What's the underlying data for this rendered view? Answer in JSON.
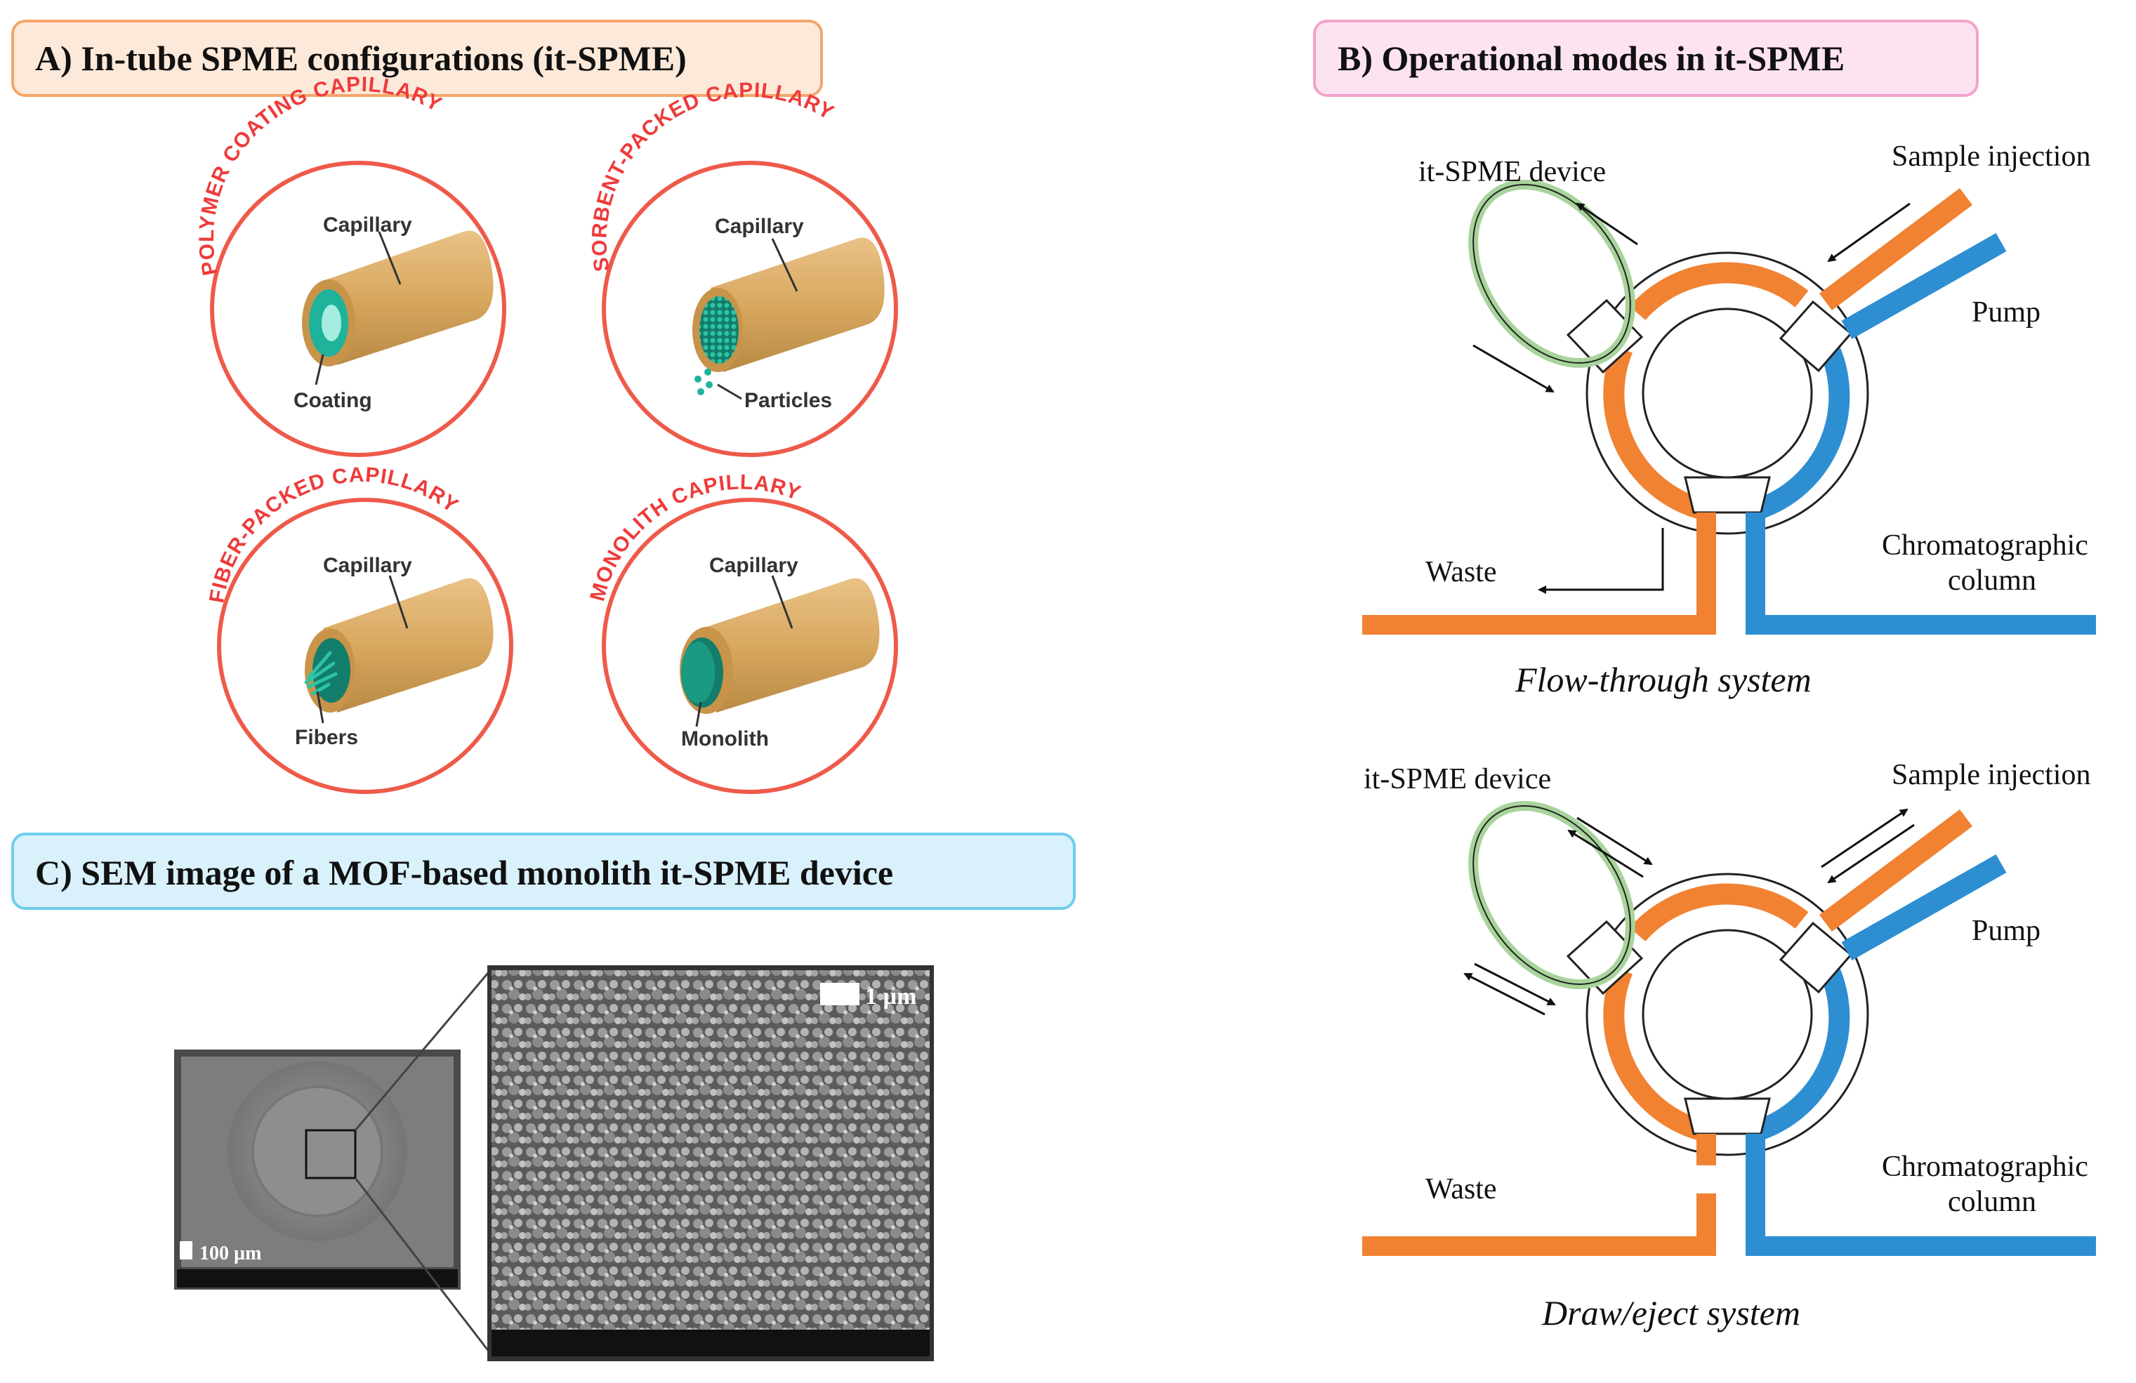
{
  "colors": {
    "orange": "#f08232",
    "blue": "#2e8ed2",
    "green_loop": "#a8d49c",
    "tube": "#d8a860",
    "teal": "#1fb39b",
    "circle_red": "#ee5a4a",
    "curved_label": "#ee3b3b",
    "panel_a_bg": "#fde9d9",
    "panel_a_border": "#f4a66a",
    "panel_b_bg": "#fde3f1",
    "panel_b_border": "#f2a3cc",
    "panel_c_bg": "#d9f1fb",
    "panel_c_border": "#6ecdee"
  },
  "panel_a": {
    "title": "A) In-tube SPME configurations (it-SPME)",
    "configs": [
      {
        "curved_label": "POLYMER COATING CAPILLARY",
        "top_label": "Capillary",
        "bottom_label": "Coating",
        "icon": "polymer-coated-capillary-icon"
      },
      {
        "curved_label": "SORBENT-PACKED CAPILLARY",
        "top_label": "Capillary",
        "bottom_label": "Particles",
        "icon": "sorbent-packed-capillary-icon"
      },
      {
        "curved_label": "FIBER-PACKED CAPILLARY",
        "top_label": "Capillary",
        "bottom_label": "Fibers",
        "icon": "fiber-packed-capillary-icon"
      },
      {
        "curved_label": "MONOLITH CAPILLARY",
        "top_label": "Capillary",
        "bottom_label": "Monolith",
        "icon": "monolith-capillary-icon"
      }
    ]
  },
  "panel_b": {
    "title": "B) Operational modes in it-SPME",
    "systems": [
      {
        "caption": "Flow-through system",
        "device_label": "it-SPME device",
        "sample_label": "Sample injection",
        "pump_label": "Pump",
        "waste_label": "Waste",
        "column_label_1": "Chromatographic",
        "column_label_2": "column"
      },
      {
        "caption": "Draw/eject system",
        "device_label": "it-SPME device",
        "sample_label": "Sample injection",
        "pump_label": "Pump",
        "waste_label": "Waste",
        "column_label_1": "Chromatographic",
        "column_label_2": "column"
      }
    ]
  },
  "panel_c": {
    "title": "C) SEM image of a MOF-based monolith it-SPME device",
    "scale_small": "100 µm",
    "scale_large": "1 µm"
  }
}
